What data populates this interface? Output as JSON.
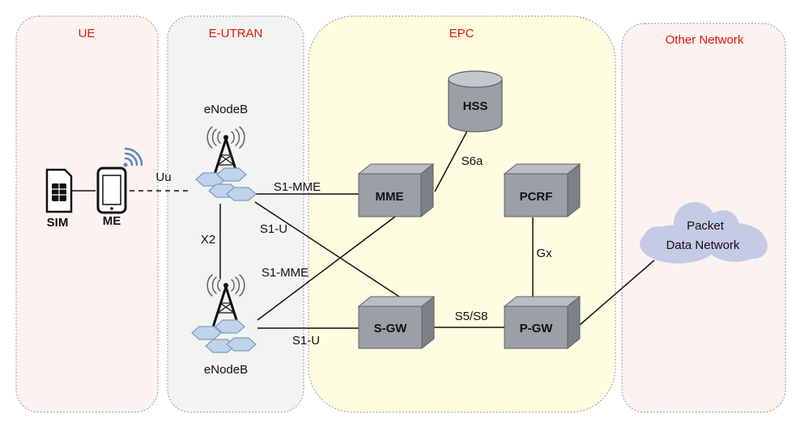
{
  "colors": {
    "zone_title": "#e8140c",
    "zone_border": "#8e96a8",
    "ue_fill": "#fcf3f1",
    "eutran_fill": "#f1f4f1",
    "epc_fill": "#fefde0",
    "other_fill": "#fcf3f1",
    "box_front": "#9aa0a6",
    "box_top": "#b9bec3",
    "box_side": "#7b8187",
    "cloud": "#c5cbe4",
    "line": "#111111"
  },
  "zones": {
    "ue": "UE",
    "eutran": "E-UTRAN",
    "epc": "EPC",
    "other": "Other Network"
  },
  "devices": {
    "sim": "SIM",
    "me": "ME",
    "enodeb_top": "eNodeB",
    "enodeb_bottom": "eNodeB"
  },
  "nodes": {
    "hss": "HSS",
    "mme": "MME",
    "pcrf": "PCRF",
    "sgw": "S-GW",
    "pgw": "P-GW",
    "pdn_line1": "Packet",
    "pdn_line2": "Data Network"
  },
  "interfaces": {
    "uu": "Uu",
    "x2": "X2",
    "s1_mme_top": "S1-MME",
    "s1_u_top": "S1-U",
    "s1_mme_bottom": "S1-MME",
    "s1_u_bottom": "S1-U",
    "s6a": "S6a",
    "gx": "Gx",
    "s5_s8": "S5/S8"
  },
  "icons": [
    "sim-card-icon",
    "smartphone-icon",
    "wifi-signal-icon",
    "cell-tower-icon",
    "database-icon",
    "cloud-icon"
  ]
}
